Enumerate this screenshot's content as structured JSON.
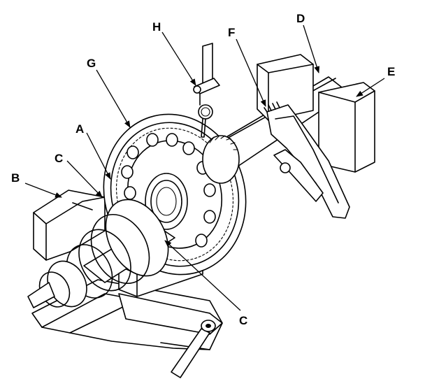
{
  "labels": {
    "A": "A",
    "B": "B",
    "C_left": "C",
    "C_bottom": "C",
    "D": "D",
    "E": "E",
    "F": "F",
    "G": "G",
    "H": "H"
  }
}
